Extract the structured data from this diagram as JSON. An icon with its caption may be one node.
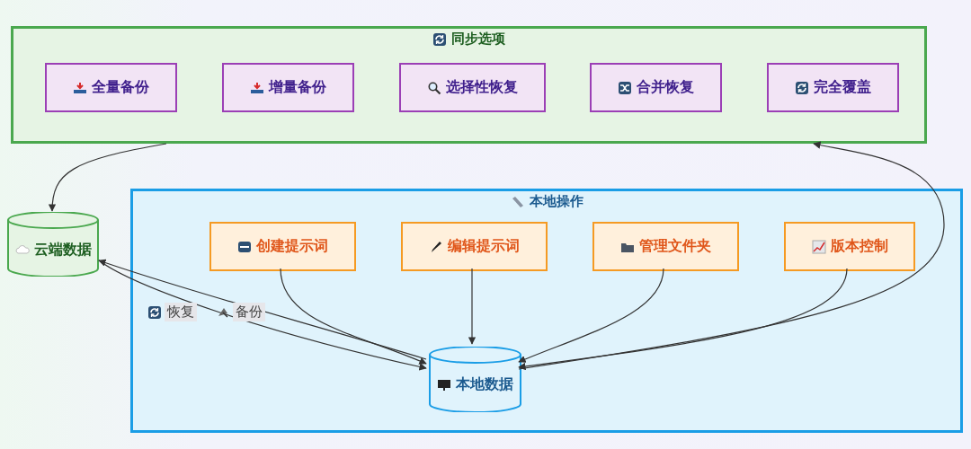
{
  "diagram": {
    "nodes": [
      {
        "text": [
          "同步选项"
        ]
      },
      {
        "text": [
          "全量备份"
        ],
        "in": 0
      },
      {
        "text": [
          "增量备份"
        ],
        "in": 0
      },
      {
        "text": [
          "选择性恢复"
        ],
        "in": 0
      },
      {
        "text": [
          "合并恢复"
        ],
        "in": 0
      },
      {
        "text": [
          "完全覆盖"
        ],
        "in": 0
      },
      {
        "text": [
          "本地操作"
        ]
      },
      {
        "text": [
          "创建提示词"
        ],
        "in": 6
      },
      {
        "text": [
          "编辑提示词"
        ],
        "in": 6
      },
      {
        "text": [
          "管理文件夹"
        ],
        "in": 6
      },
      {
        "text": [
          "版本控制"
        ],
        "in": 6
      },
      {
        "text": [
          "本地数据"
        ],
        "in": 6
      },
      {
        "text": [
          "云端数据"
        ]
      }
    ],
    "edges": [
      {
        "from": 0,
        "to": 12,
        "arrow": "to"
      },
      {
        "from": 7,
        "to": 11,
        "arrow": "to"
      },
      {
        "from": 8,
        "to": 11,
        "arrow": "to"
      },
      {
        "from": 9,
        "to": 11,
        "arrow": "to"
      },
      {
        "from": 10,
        "to": 11,
        "arrow": "to"
      },
      {
        "from": 11,
        "to": 0,
        "arrow": "to"
      },
      {
        "from": 12,
        "to": 11,
        "arrow": "to",
        "label": "恢复"
      },
      {
        "from": 11,
        "to": 12,
        "arrow": "to",
        "label": "备份"
      }
    ]
  }
}
